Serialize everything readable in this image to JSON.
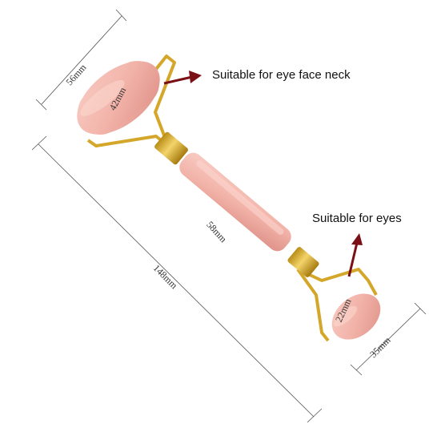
{
  "callouts": {
    "large_roller": "Suitable for eye face neck",
    "small_roller": "Suitable for eyes"
  },
  "dimensions": {
    "large_roller_length": "56mm",
    "large_roller_diameter": "42mm",
    "handle_length": "58mm",
    "total_length": "148mm",
    "small_roller_diameter": "22mm",
    "small_roller_length": "35mm"
  },
  "colors": {
    "stone": "#f2b3a9",
    "stone_shadow": "#dc8d84",
    "metal": "#d9b232",
    "arrow": "#7a0f16",
    "dimension_line": "#555555"
  }
}
